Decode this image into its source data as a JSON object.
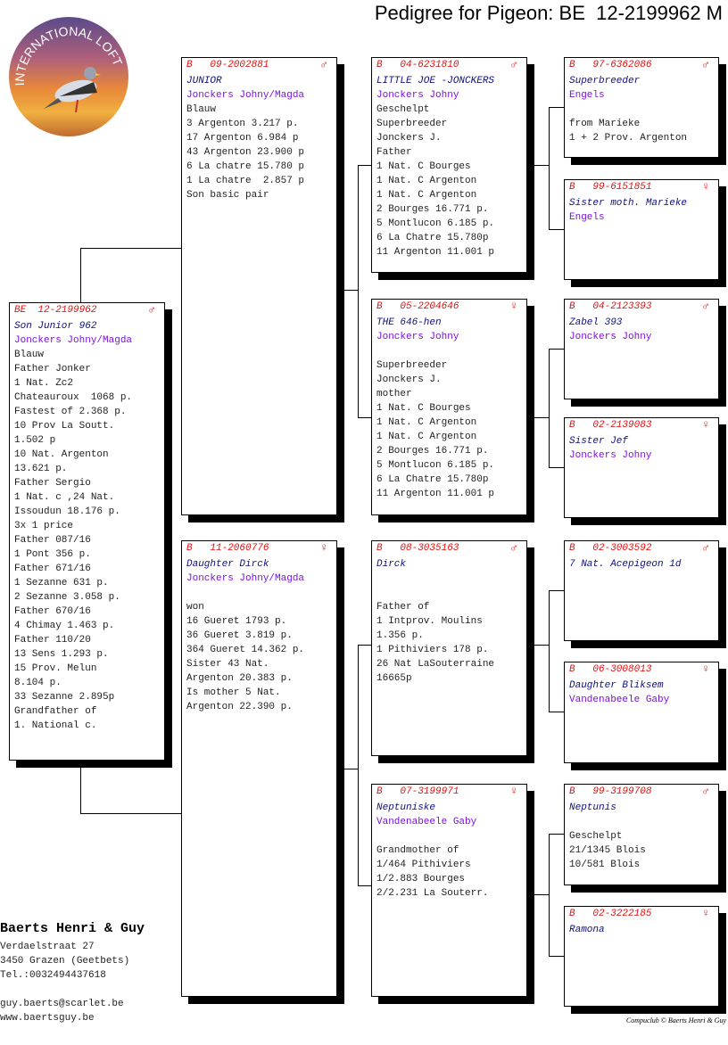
{
  "title": "Pedigree for Pigeon: BE  12-2199962 M",
  "logo_text": "INTERNATIONAL LOFT",
  "colors": {
    "ring": "#e01010",
    "name": "#101080",
    "owner": "#7a10e0"
  },
  "birds": [
    {
      "prefix": "BE",
      "ring": "12-2199962",
      "sex": "♂",
      "name": "Son Junior 962",
      "owner": "Jonckers Johny/Magda",
      "lines": [
        "Blauw",
        "Father Jonker",
        "1 Nat. Zc2",
        "Chateauroux  1068 p.",
        "Fastest of 2.368 p.",
        "10 Prov La Soutt.",
        "1.502 p",
        "10 Nat. Argenton",
        "13.621 p.",
        "Father Sergio",
        "1 Nat. c ,24 Nat.",
        "Issoudun 18.176 p.",
        "3x 1 price",
        "Father 087/16",
        "1 Pont 356 p.",
        "Father 671/16",
        "1 Sezanne 631 p.",
        "2 Sezanne 3.058 p.",
        "Father 670/16",
        "4 Chimay 1.463 p.",
        "Father 110/20",
        "13 Sens 1.293 p.",
        "15 Prov. Melun",
        "8.104 p.",
        "33 Sezanne 2.895p",
        "Grandfather of",
        "1. National c."
      ]
    },
    {
      "prefix": "B",
      "ring": "09-2002881",
      "sex": "♂",
      "name": "JUNIOR",
      "owner": "Jonckers Johny/Magda",
      "lines": [
        "Blauw",
        "3 Argenton 3.217 p.",
        "17 Argenton 6.984 p",
        "43 Argenton 23.900 p",
        "6 La chatre 15.780 p",
        "1 La chatre  2.857 p",
        "Son basic pair"
      ]
    },
    {
      "prefix": "B",
      "ring": "11-2060776",
      "sex": "♀",
      "name": "Daughter Dirck",
      "owner": "Jonckers Johny/Magda",
      "lines": [
        "",
        "won",
        "16 Gueret 1793 p.",
        "36 Gueret 3.819 p.",
        "364 Gueret 14.362 p.",
        "Sister 43 Nat.",
        "Argenton 20.383 p.",
        "Is mother 5 Nat.",
        "Argenton 22.390 p."
      ]
    },
    {
      "prefix": "B",
      "ring": "04-6231810",
      "sex": "♂",
      "name": "LITTLE JOE -JONCKERS",
      "owner": "Jonckers Johny",
      "lines": [
        "Geschelpt",
        "Superbreeder",
        "Jonckers J.",
        "Father",
        "1 Nat. C Bourges",
        "1 Nat. C Argenton",
        "1 Nat. C Argenton",
        "2 Bourges 16.771 p.",
        "5 Montlucon 6.185 p.",
        "6 La Chatre 15.780p",
        "11 Argenton 11.001 p"
      ]
    },
    {
      "prefix": "B",
      "ring": "05-2204646",
      "sex": "♀",
      "name": "THE 646-hen",
      "owner": "Jonckers Johny",
      "lines": [
        "",
        "Superbreeder",
        "Jonckers J.",
        "mother",
        "1 Nat. C Bourges",
        "1 Nat. C Argenton",
        "1 Nat. C Argenton",
        "2 Bourges 16.771 p.",
        "5 Montlucon 6.185 p.",
        "6 La Chatre 15.780p",
        "11 Argenton 11.001 p"
      ]
    },
    {
      "prefix": "B",
      "ring": "08-3035163",
      "sex": "♂",
      "name": "Dirck",
      "owner": "",
      "lines": [
        "",
        "Father of",
        "1 Intprov. Moulins",
        "1.356 p.",
        "1 Pithiviers 178 p.",
        "26 Nat LaSouterraine",
        "16665p"
      ]
    },
    {
      "prefix": "B",
      "ring": "07-3199971",
      "sex": "♀",
      "name": "Neptuniske",
      "owner": "Vandenabeele Gaby",
      "lines": [
        "",
        "Grandmother of",
        "1/464 Pithiviers",
        "1/2.883 Bourges",
        "2/2.231 La Souterr."
      ]
    },
    {
      "prefix": "B",
      "ring": "97-6362086",
      "sex": "♂",
      "name": "Superbreeder",
      "owner": "Engels",
      "lines": [
        "",
        "from Marieke",
        "1 + 2 Prov. Argenton"
      ]
    },
    {
      "prefix": "B",
      "ring": "99-6151851",
      "sex": "♀",
      "name": "Sister moth. Marieke",
      "owner": "Engels",
      "lines": []
    },
    {
      "prefix": "B",
      "ring": "04-2123393",
      "sex": "♂",
      "name": "Zabel 393",
      "owner": "Jonckers Johny",
      "lines": []
    },
    {
      "prefix": "B",
      "ring": "02-2139083",
      "sex": "♀",
      "name": "Sister Jef",
      "owner": "Jonckers Johny",
      "lines": []
    },
    {
      "prefix": "B",
      "ring": "02-3003592",
      "sex": "♂",
      "name": "7 Nat. Acepigeon 1d",
      "owner": "",
      "lines": []
    },
    {
      "prefix": "B",
      "ring": "06-3008013",
      "sex": "♀",
      "name": "Daughter Bliksem",
      "owner": "Vandenabeele Gaby",
      "lines": []
    },
    {
      "prefix": "B",
      "ring": "99-3199708",
      "sex": "♂",
      "name": "Neptunis",
      "owner": "",
      "lines": [
        "Geschelpt",
        "21/1345 Blois",
        "10/581 Blois"
      ]
    },
    {
      "prefix": "B",
      "ring": "02-3222185",
      "sex": "♀",
      "name": "Ramona",
      "owner": "",
      "lines": []
    }
  ],
  "breeder": {
    "name": "Baerts Henri & Guy",
    "street": "Verdaelstraat 27",
    "city": "3450  Grazen (Geetbets)",
    "phone": "Tel.:0032494437618",
    "email": "guy.baerts@scarlet.be",
    "website": "www.baertsguy.be"
  },
  "copyright": "Compuclub © Baerts Henri & Guy"
}
